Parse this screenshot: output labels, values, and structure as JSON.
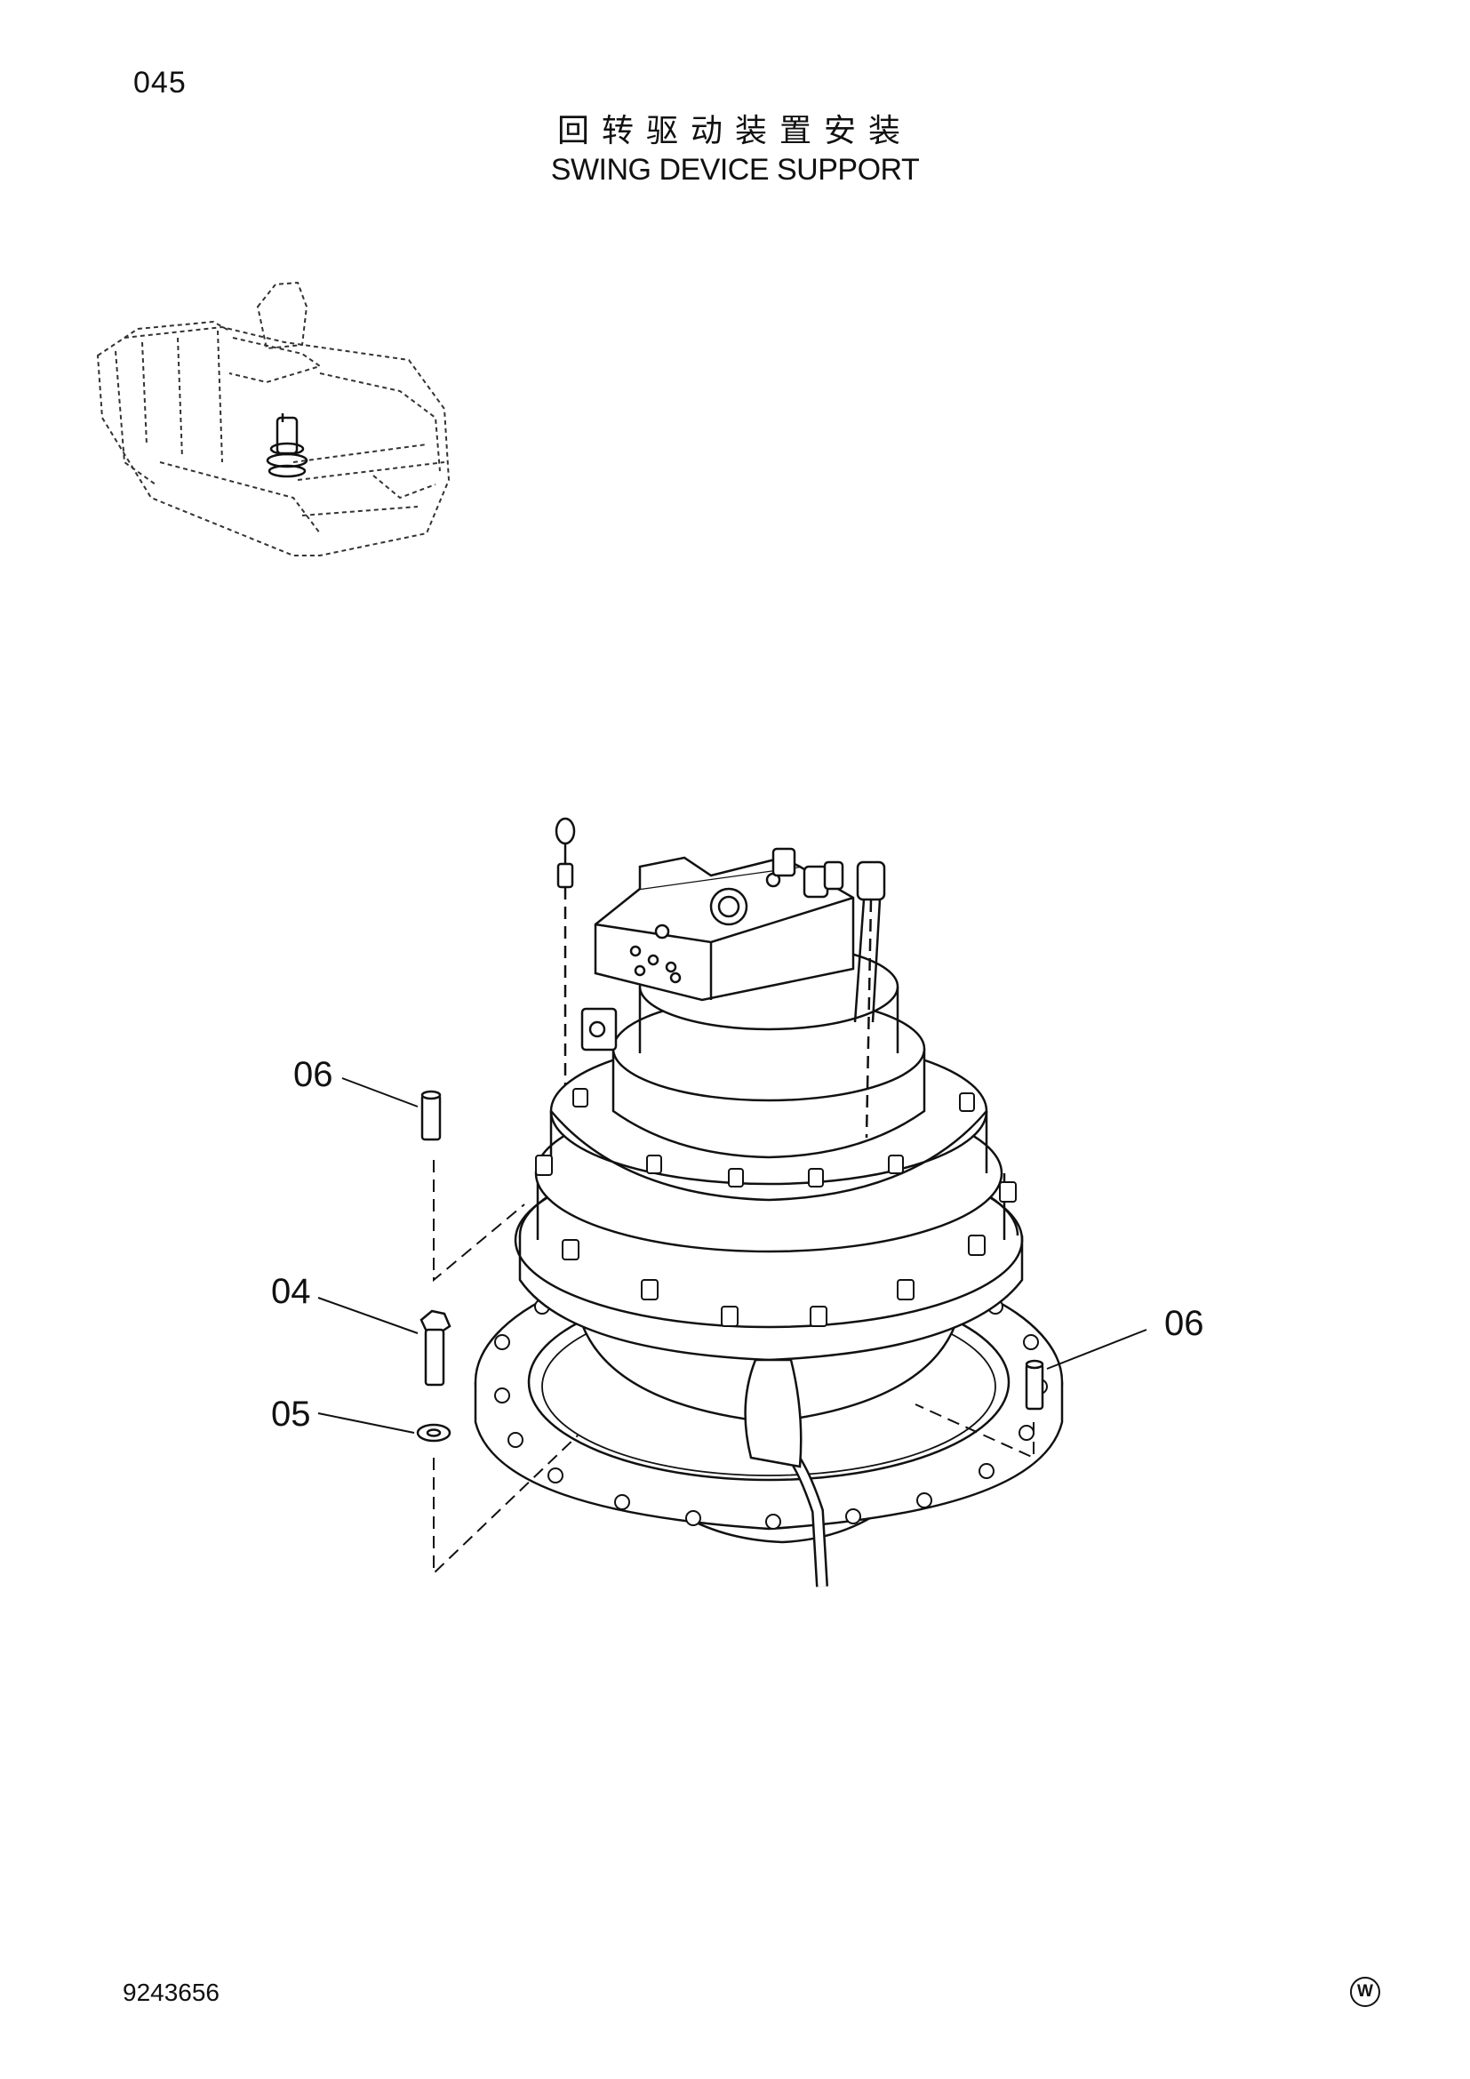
{
  "page": {
    "number": "045",
    "title_cn": "回转驱动装置安装",
    "title_en": "SWING DEVICE SUPPORT",
    "document_number": "9243656",
    "corner_mark": "W"
  },
  "callouts": {
    "bolt_top_left": "06",
    "bolt_right": "06",
    "bolt_left": "04",
    "washer_left": "05"
  },
  "icons": {
    "overview": "excavator-overview-icon",
    "main": "swing-device-icon"
  },
  "colors": {
    "ink": "#111111",
    "paper": "#ffffff"
  }
}
